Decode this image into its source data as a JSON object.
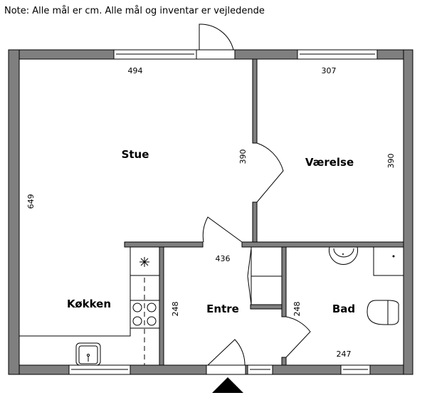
{
  "note": "Note: Alle mål er cm. Alle mål og inventar er vejledende",
  "rooms": {
    "stue": "Stue",
    "vaerelse": "Værelse",
    "kokken": "Køkken",
    "entre": "Entre",
    "bad": "Bad"
  },
  "dimensions": {
    "stue_width": "494",
    "vaerelse_width": "307",
    "stue_depth": "390",
    "vaerelse_depth": "390",
    "total_depth": "649",
    "entre_width": "436",
    "entre_depth": "248",
    "bad_depth": "248",
    "bad_width": "247"
  },
  "colors": {
    "wall": "#7f7f7f",
    "line": "#000000"
  }
}
